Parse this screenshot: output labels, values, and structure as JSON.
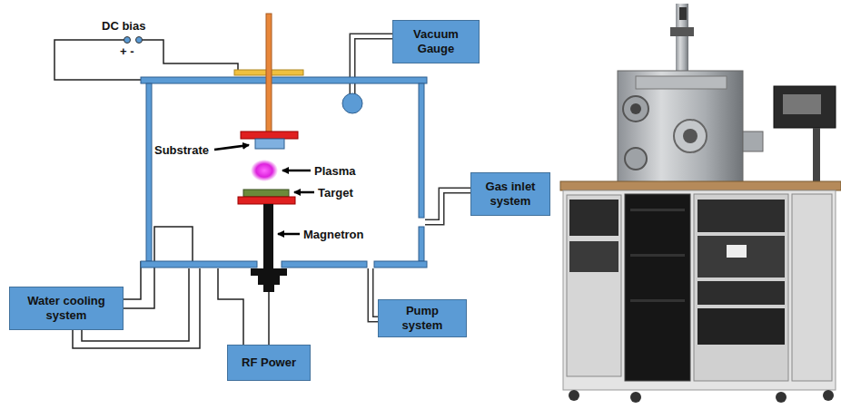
{
  "diagram": {
    "nodes": [
      {
        "text": [
          "Vacuum Gauge"
        ]
      },
      {
        "text": [
          "Gas inlet system"
        ]
      },
      {
        "text": [
          "Water cooling system"
        ]
      },
      {
        "text": [
          "Pump system"
        ]
      },
      {
        "text": [
          "RF Power"
        ]
      }
    ],
    "labels": [
      "DC bias",
      "+ -",
      "Substrate",
      "Plasma",
      "Target",
      "Magnetron"
    ]
  }
}
